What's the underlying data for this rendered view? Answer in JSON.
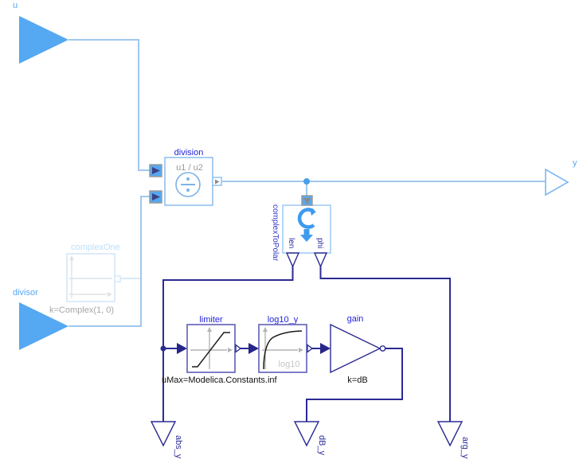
{
  "diagram_type": "modelica-block-diagram",
  "inputs": {
    "u": "u",
    "divisor": "divisor"
  },
  "outputs": {
    "y": "y",
    "abs_y": "abs_y",
    "dB_y": "dB_y",
    "arg_y": "arg_y"
  },
  "blocks": {
    "division": {
      "label": "division",
      "formula": "u1 / u2"
    },
    "complexToPolar": {
      "label": "complexToPolar",
      "port_len": "len",
      "port_phi": "phi"
    },
    "complexOne": {
      "label": "complexOne",
      "param": "k=Complex(1, 0)"
    },
    "limiter": {
      "label": "limiter",
      "param": "uMax=Modelica.Constants.inf"
    },
    "log10_y": {
      "label": "log10_y",
      "inner": "log10"
    },
    "gain": {
      "label": "gain",
      "param": "k=dB"
    }
  },
  "colors": {
    "connector_fill_blue": "#55a8f2",
    "signal_line_light_blue": "#a0c8ee",
    "signal_line_navy": "#2b2b94",
    "block_border_light_blue": "#8cbcee",
    "block_border_slate": "#7070c0",
    "instance_label_blue": "#2323dd",
    "port_label_navy": "#2b2b99",
    "axis_gray": "#b4b4b4",
    "ghost_opacity": "0.38"
  }
}
